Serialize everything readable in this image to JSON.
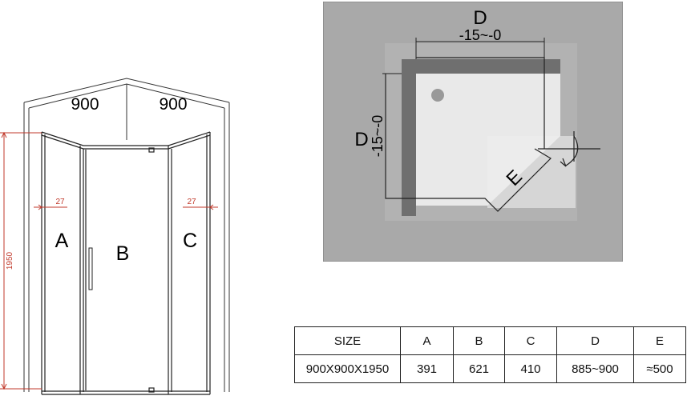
{
  "front_view": {
    "width_left": "900",
    "width_right": "900",
    "height": "1950",
    "panel_offset_left": "27",
    "panel_offset_right": "27",
    "panel_a": "A",
    "panel_b": "B",
    "panel_c": "C"
  },
  "plan_view": {
    "dim_top_label": "D",
    "dim_top_tolerance": "-15~-0",
    "dim_side_label": "D",
    "dim_side_tolerance": "-15~-0",
    "diagonal_label": "E"
  },
  "spec_table": {
    "headers": [
      "SIZE",
      "A",
      "B",
      "C",
      "D",
      "E"
    ],
    "rows": [
      [
        "900X900X1950",
        "391",
        "621",
        "410",
        "885~900",
        "≈500"
      ]
    ]
  },
  "colors": {
    "plan_background": "#a9a9a9",
    "tray": "#e9e9e9",
    "dimension_red": "#c0392b"
  }
}
